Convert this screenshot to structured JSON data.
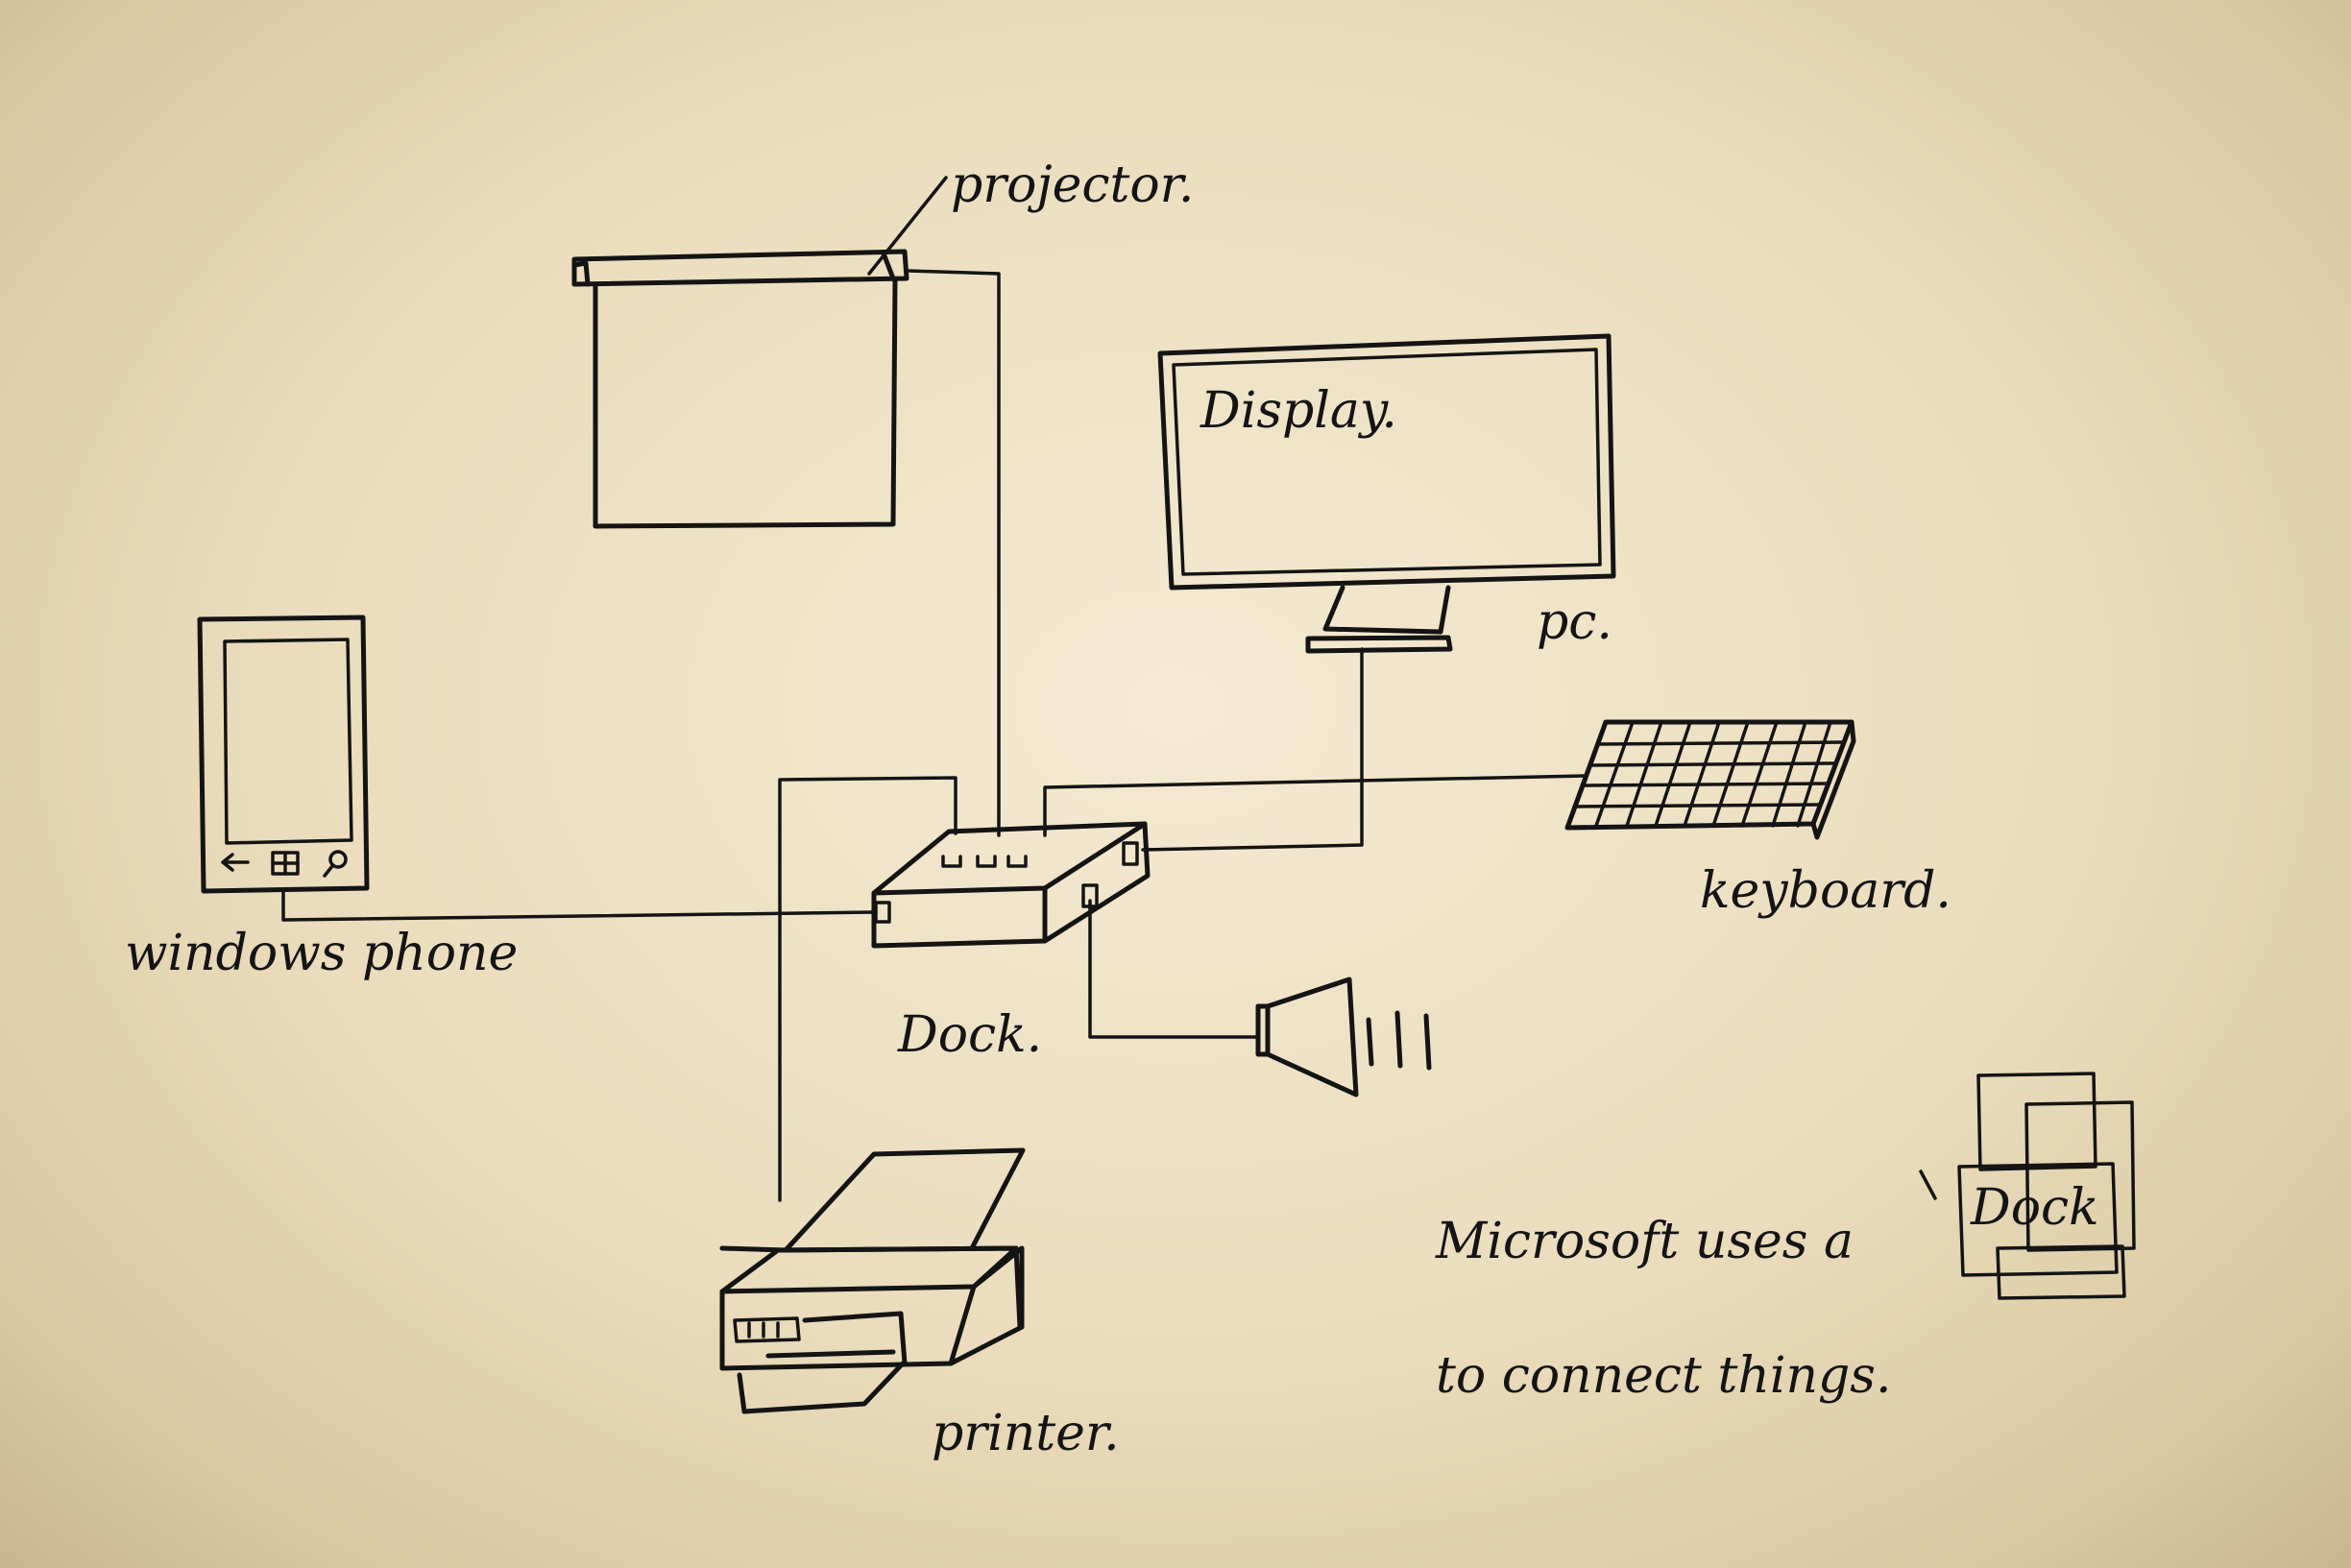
{
  "diagram": {
    "nodes": {
      "projector": {
        "label": "projector."
      },
      "display": {
        "label": "Display."
      },
      "pc": {
        "label": "pc."
      },
      "windows_phone": {
        "label": "windows phone"
      },
      "keyboard": {
        "label": "keyboard."
      },
      "dock": {
        "label": "Dock."
      },
      "printer": {
        "label": "printer."
      },
      "speaker": {
        "label": ""
      }
    },
    "note": {
      "line1_prefix": "Microsoft uses a",
      "line1_boxed": "Dock",
      "line2": "to connect things."
    },
    "edges": [
      {
        "from": "dock",
        "to": "projector"
      },
      {
        "from": "dock",
        "to": "pc"
      },
      {
        "from": "dock",
        "to": "keyboard"
      },
      {
        "from": "dock",
        "to": "windows_phone"
      },
      {
        "from": "dock",
        "to": "printer"
      },
      {
        "from": "dock",
        "to": "speaker"
      }
    ],
    "colors": {
      "ink": "#141414",
      "paper": "#eadcbc"
    }
  }
}
